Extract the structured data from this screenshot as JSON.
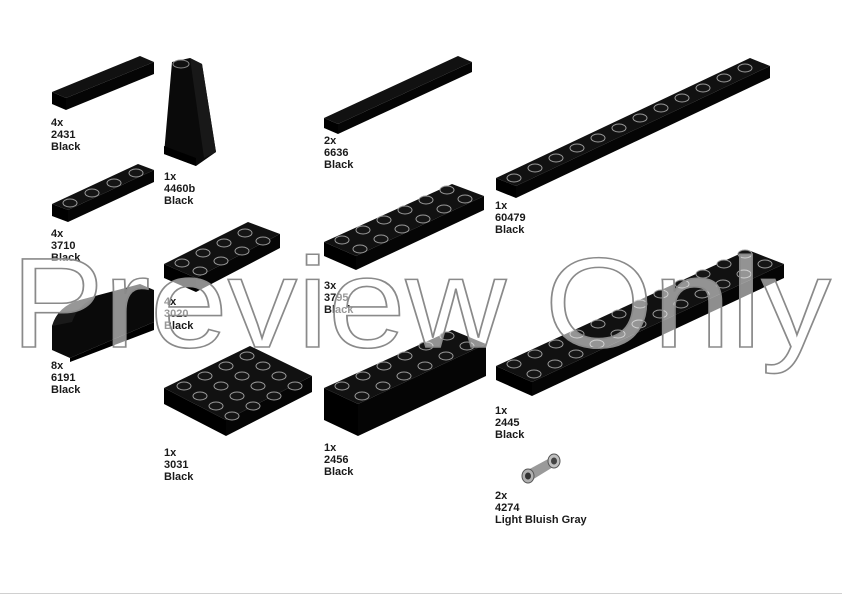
{
  "parts": [
    {
      "qty": "4x",
      "id": "2431",
      "color": "Black"
    },
    {
      "qty": "1x",
      "id": "4460b",
      "color": "Black"
    },
    {
      "qty": "2x",
      "id": "6636",
      "color": "Black"
    },
    {
      "qty": "1x",
      "id": "60479",
      "color": "Black"
    },
    {
      "qty": "4x",
      "id": "3710",
      "color": "Black"
    },
    {
      "qty": "4x",
      "id": "3020",
      "color": "Black"
    },
    {
      "qty": "3x",
      "id": "3795",
      "color": "Black"
    },
    {
      "qty": "8x",
      "id": "6191",
      "color": "Black"
    },
    {
      "qty": "1x",
      "id": "2445",
      "color": "Black"
    },
    {
      "qty": "1x",
      "id": "3031",
      "color": "Black"
    },
    {
      "qty": "1x",
      "id": "2456",
      "color": "Black"
    },
    {
      "qty": "2x",
      "id": "4274",
      "color": "Light Bluish Gray"
    }
  ],
  "watermark": "Preview Only",
  "colors": {
    "brick": "#0a0a0a",
    "brick_top": "#151515",
    "stud_edge": "#8a8a8a",
    "gray_part": "#9a9a9a"
  }
}
